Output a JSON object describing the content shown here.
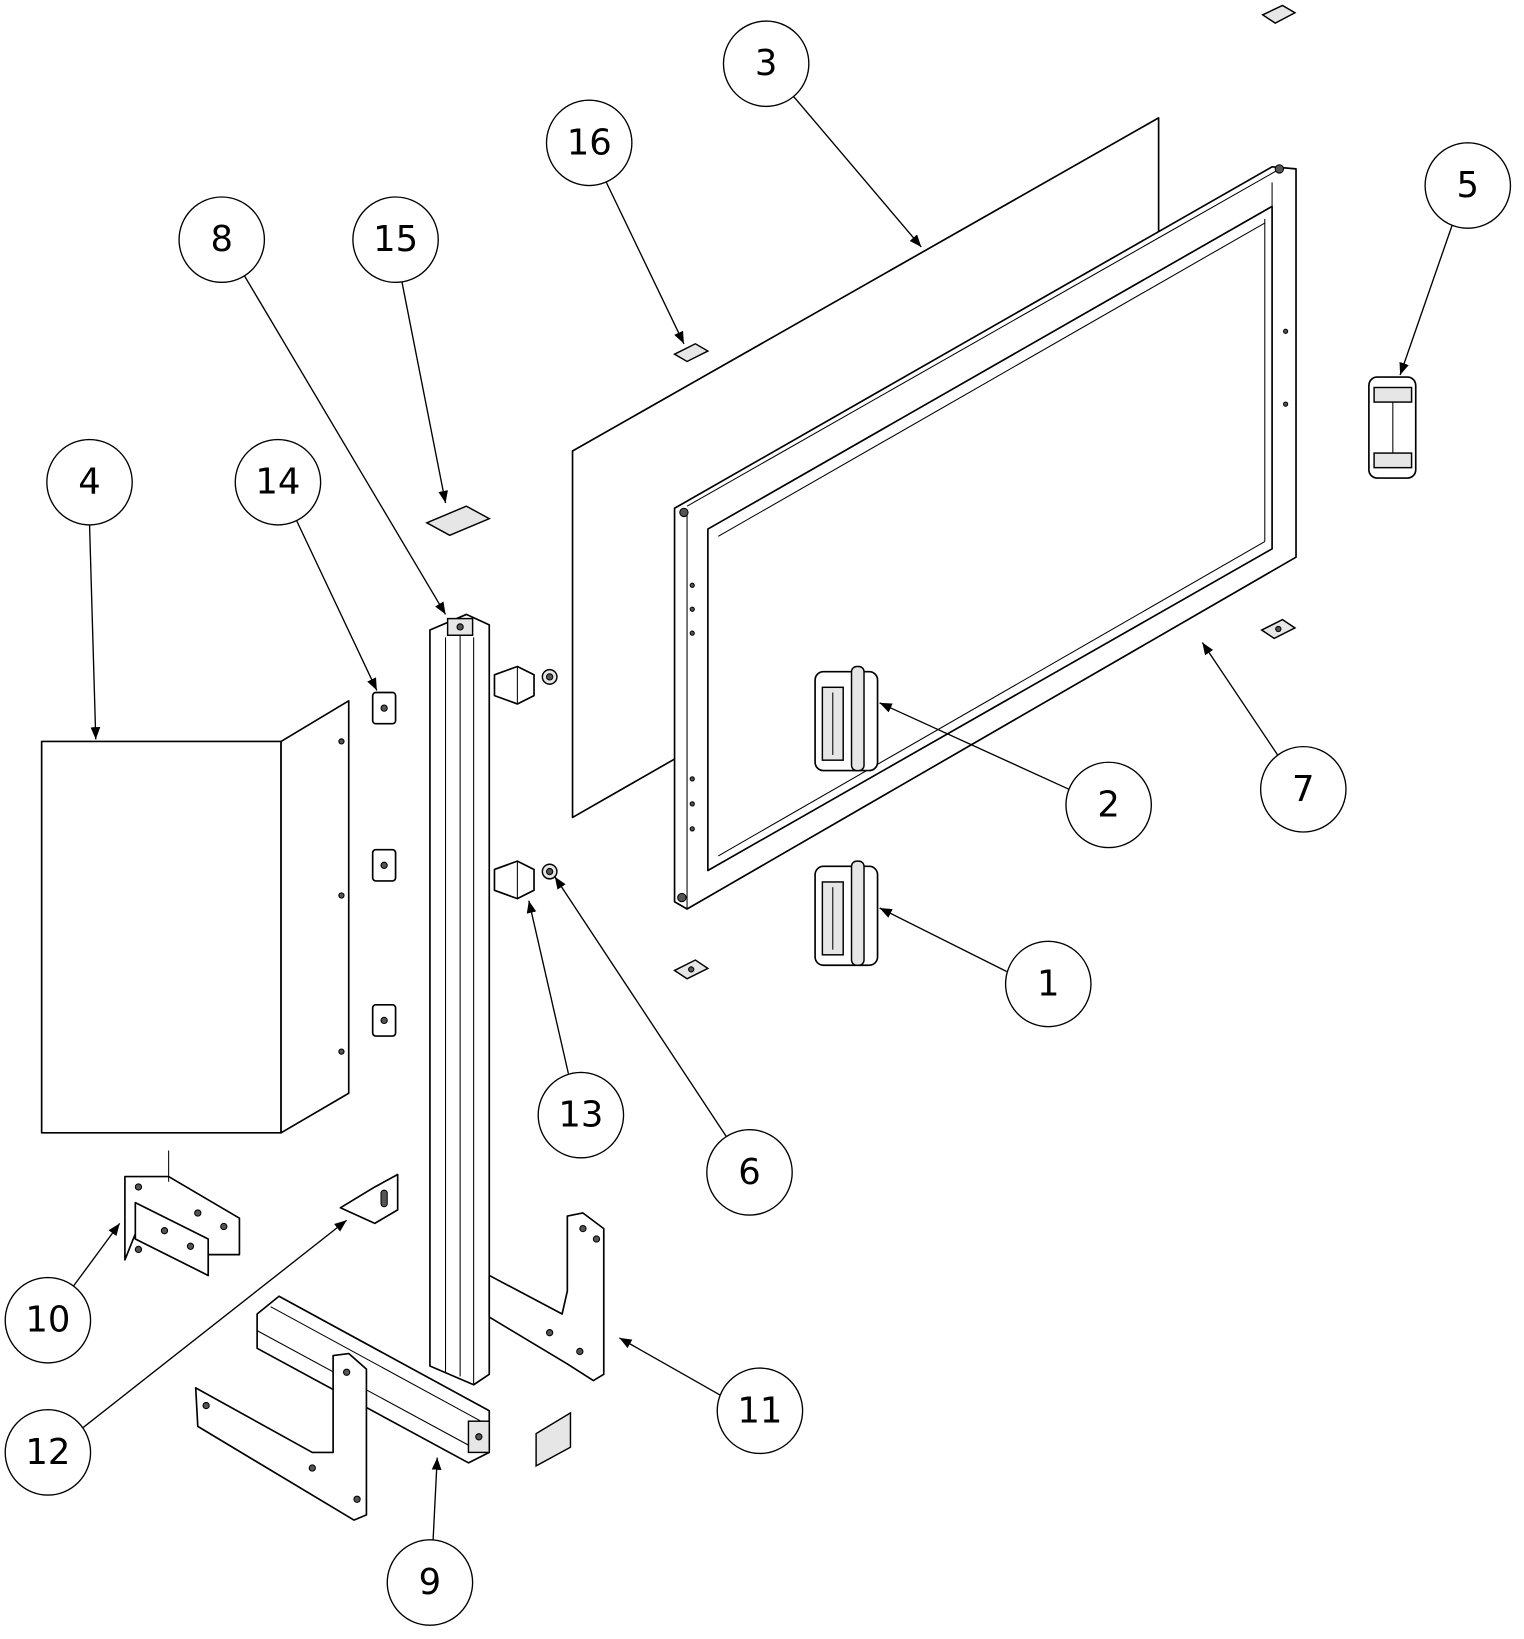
{
  "drawing": {
    "type": "exploded assembly view",
    "balloons": [
      {
        "label": "1"
      },
      {
        "label": "2"
      },
      {
        "label": "3"
      },
      {
        "label": "4"
      },
      {
        "label": "5"
      },
      {
        "label": "6"
      },
      {
        "label": "7"
      },
      {
        "label": "8"
      },
      {
        "label": "9"
      },
      {
        "label": "10"
      },
      {
        "label": "11"
      },
      {
        "label": "12"
      },
      {
        "label": "13"
      },
      {
        "label": "14"
      },
      {
        "label": "15"
      },
      {
        "label": "16"
      }
    ]
  }
}
